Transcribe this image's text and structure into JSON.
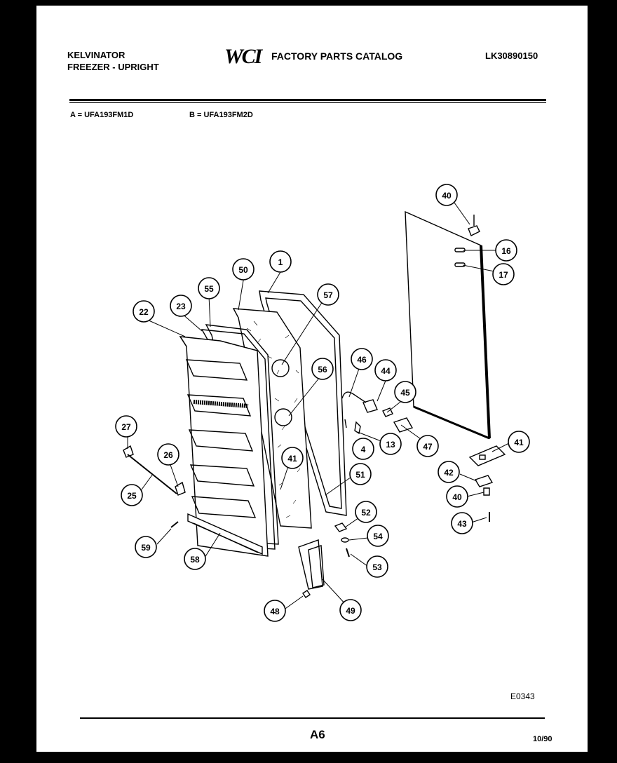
{
  "header": {
    "brand_line1": "KELVINATOR",
    "brand_line2": "FREEZER - UPRIGHT",
    "logo_text": "WCI",
    "catalog_title": "FACTORY PARTS CATALOG",
    "catalog_code": "LK30890150"
  },
  "models": {
    "a": "A = UFA193FM1D",
    "b": "B = UFA193FM2D"
  },
  "callouts": [
    "40",
    "16",
    "17",
    "50",
    "1",
    "55",
    "57",
    "22",
    "23",
    "56",
    "46",
    "44",
    "45",
    "13",
    "47",
    "4",
    "41",
    "27",
    "26",
    "41",
    "25",
    "51",
    "42",
    "40",
    "52",
    "43",
    "54",
    "59",
    "58",
    "53",
    "48",
    "49"
  ],
  "footer": {
    "diagram_code": "E0343",
    "page": "A6",
    "date": "10/90"
  }
}
